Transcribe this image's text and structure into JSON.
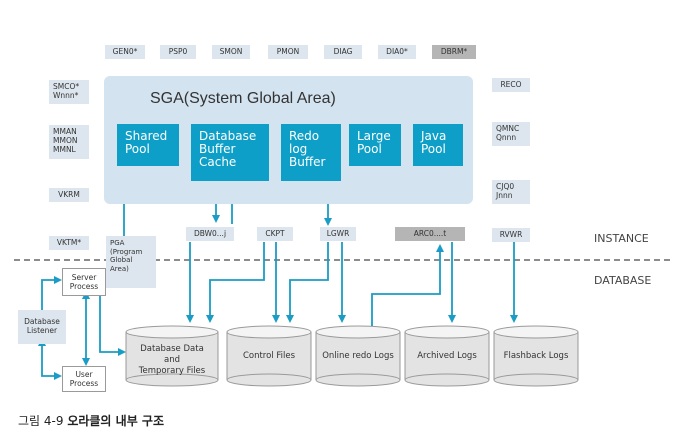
{
  "top_processes": [
    "GEN0*",
    "PSP0",
    "SMON",
    "PMON",
    "DIAG",
    "DIA0*",
    "DBRM*"
  ],
  "left_processes": [
    "SMCO*\nWnnn*",
    "MMAN\nMMON\nMMNL",
    "VKRM",
    "VKTM*"
  ],
  "right_processes": [
    "RECO",
    "QMNC\nQnnn",
    "CJQ0\nJnnn",
    "RVWR"
  ],
  "sga": {
    "title": "SGA(System Global Area)",
    "components": [
      "Shared\nPool",
      "Database\nBuffer\nCache",
      "Redo\nlog\nBuffer",
      "Large\nPool",
      "Java\nPool"
    ]
  },
  "background_processes": [
    "DBW0...j",
    "CKPT",
    "LGWR",
    "ARC0....t"
  ],
  "pga": "PGA\n(Program\nGlobal\nArea)",
  "server_process": "Server\nProcess",
  "user_process": "User\nProcess",
  "listener": "Database\nListener",
  "zones": {
    "instance": "INSTANCE",
    "database": "DATABASE"
  },
  "files": [
    "Database Data\nand\nTemporary Files",
    "Control Files",
    "Online redo Logs",
    "Archived Logs",
    "Flashback Logs"
  ],
  "caption": {
    "prefix": "그림 4-9 ",
    "title": "오라클의 내부 구조"
  },
  "colors": {
    "teal": "#0d9fc7",
    "arrow": "#1a9cc4",
    "sga_bg": "#d3e3f0",
    "proc_bg": "#dde6ee",
    "grey": "#b5b5b5"
  }
}
